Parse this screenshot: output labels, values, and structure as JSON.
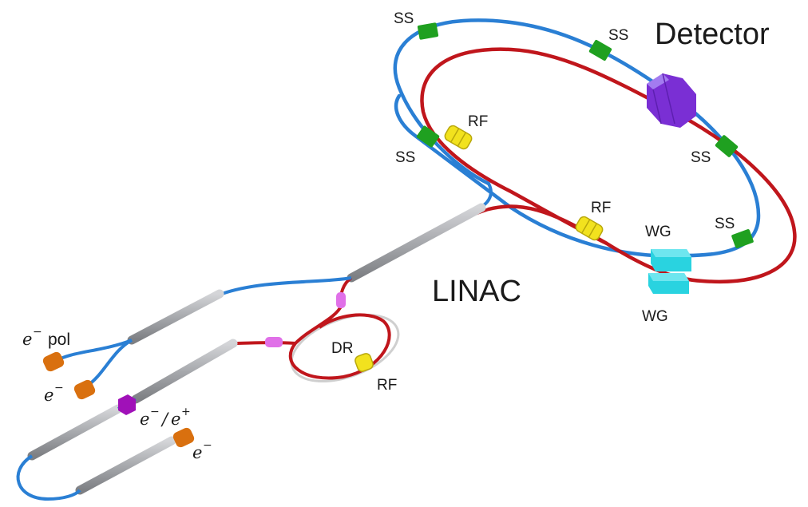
{
  "labels": {
    "detector": "Detector",
    "linac": "LINAC",
    "dr": "DR",
    "ss": "SS",
    "rf": "RF",
    "wg": "WG",
    "e_minus_symbol": "e",
    "minus_sup": "−",
    "plus_sup": "+",
    "slash": "/",
    "pol": "pol"
  },
  "colors": {
    "blue_beamline": "#2a7fd4",
    "red_beamline": "#c0161c",
    "linac_gray": "#a7a9ad",
    "sextupole_green": "#1fa020",
    "rf_yellow": "#f2e21e",
    "wiggler_cyan": "#29d3e0",
    "detector_purple": "#7a2fd4",
    "source_orange": "#d9700f",
    "converter_magenta": "#a011b8",
    "kicker_pink": "#e070e8"
  }
}
